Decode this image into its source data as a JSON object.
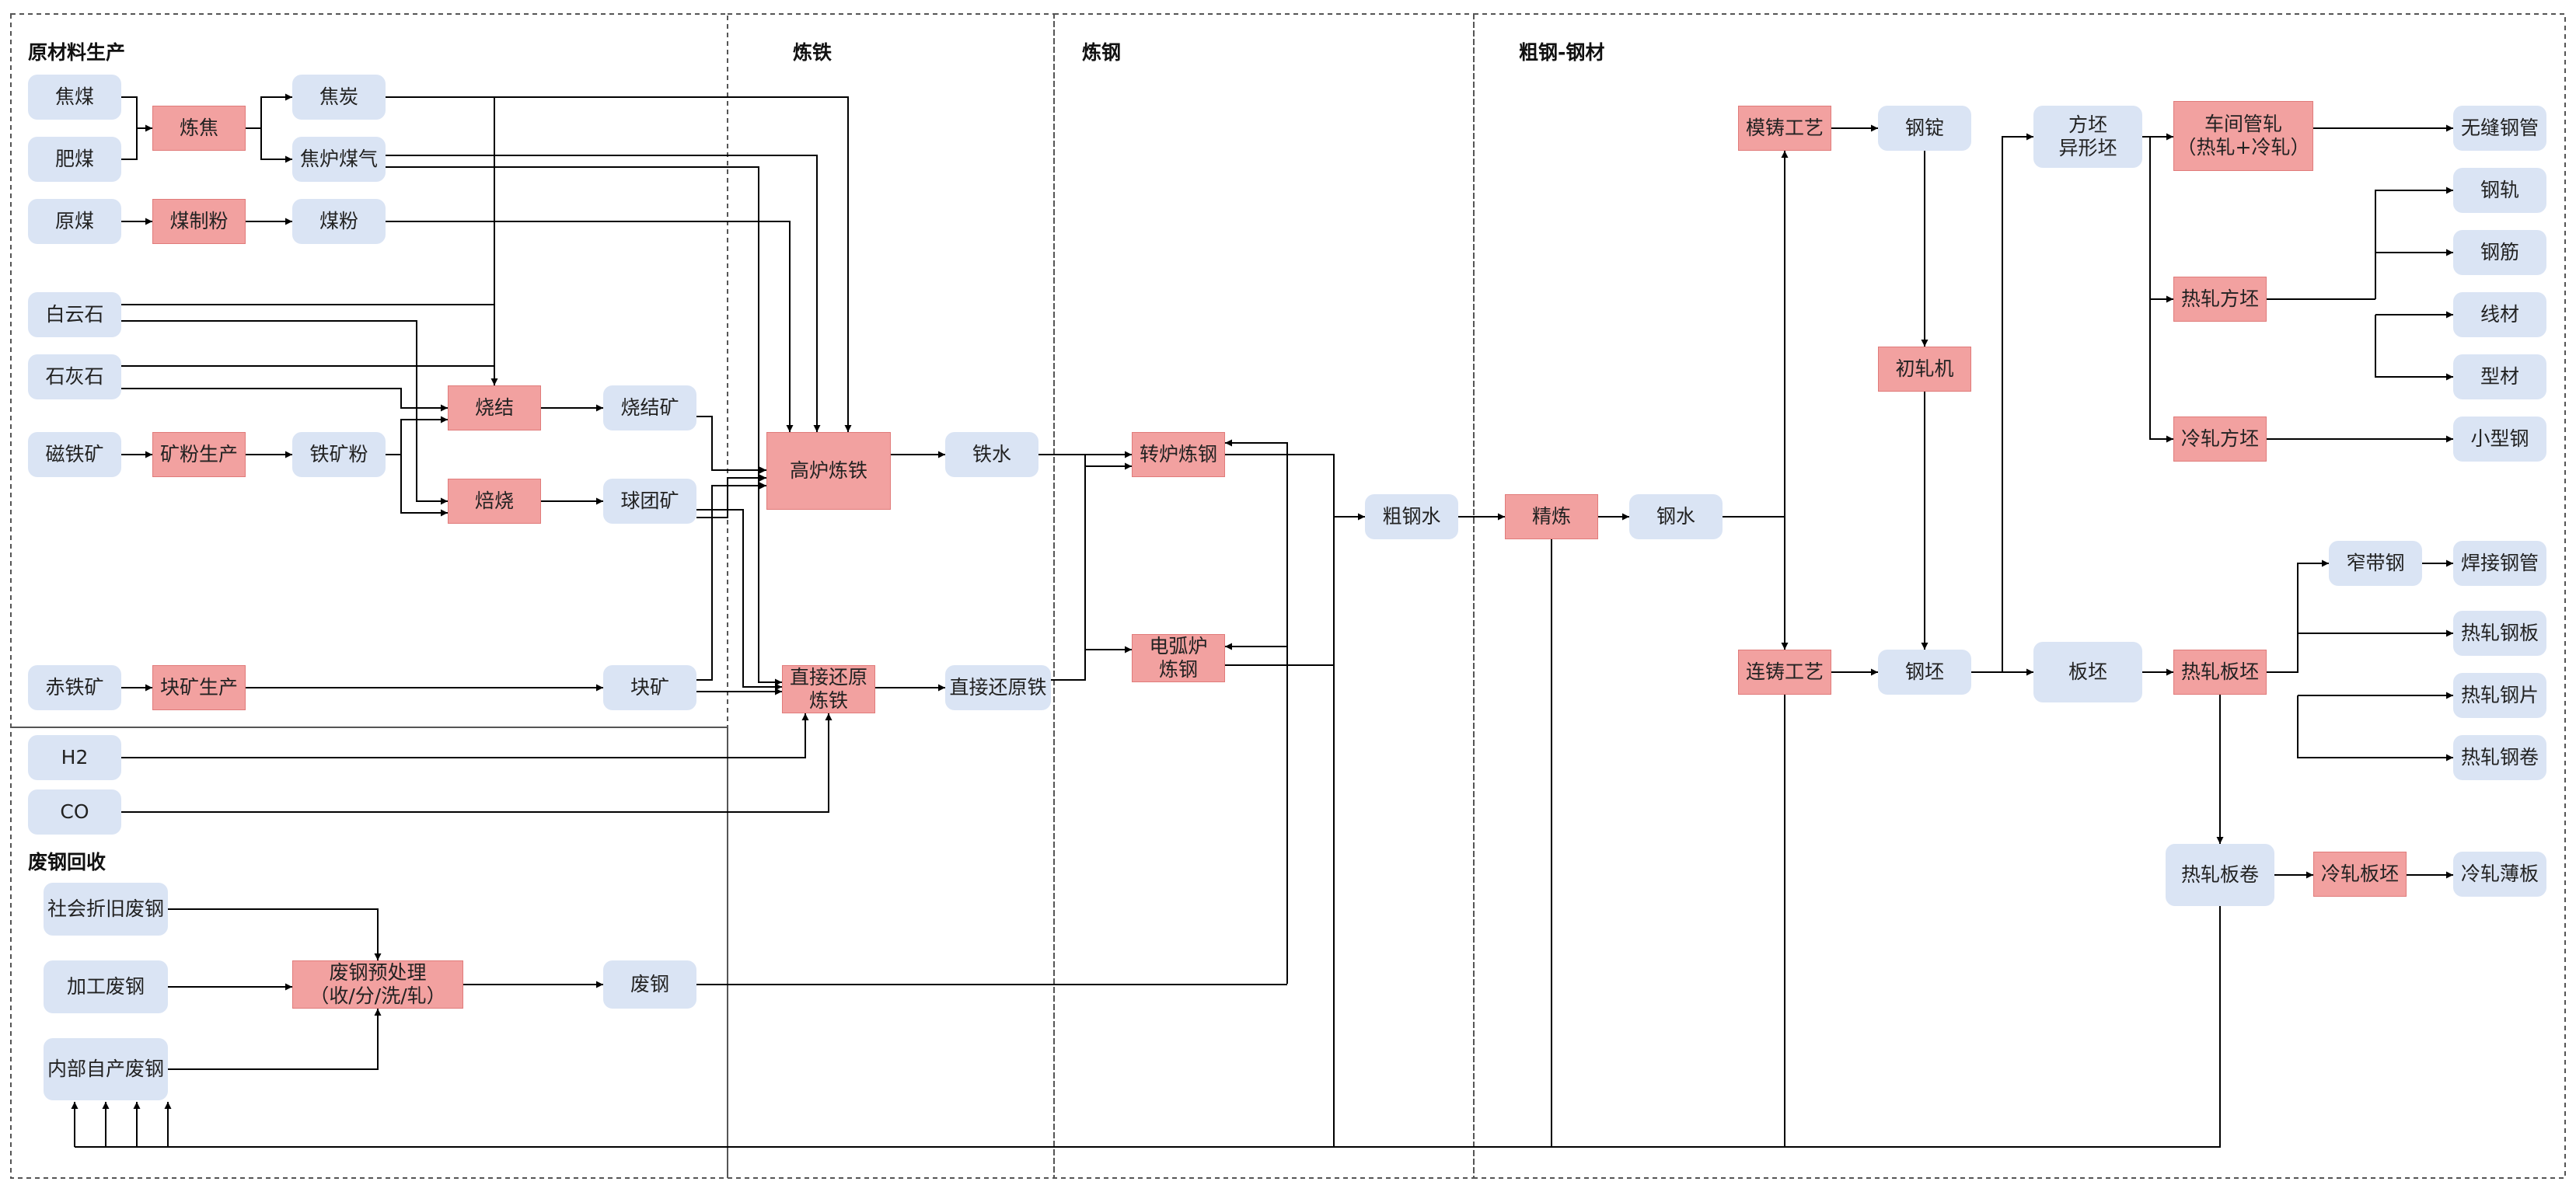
{
  "colors": {
    "raw_fill": "#dae4f4",
    "process_fill": "#f2a1a0",
    "edge": "#000000",
    "section_border": "#555555"
  },
  "sections": {
    "raw": "原材料生产",
    "iron": "炼铁",
    "steel": "炼钢",
    "rolling": "粗钢-钢材",
    "scrap": "废钢回收"
  },
  "nodes": {
    "coking_coal": "焦煤",
    "fat_coal": "肥煤",
    "coking": "炼焦",
    "coke": "焦炭",
    "coke_gas": "焦炉煤气",
    "raw_coal": "原煤",
    "coal_milling": "煤制粉",
    "coal_powder": "煤粉",
    "dolomite": "白云石",
    "limestone": "石灰石",
    "magnetite": "磁铁矿",
    "ore_powder_prod": "矿粉生产",
    "iron_powder": "铁矿粉",
    "sintering": "烧结",
    "sinter_ore": "烧结矿",
    "roasting": "焙烧",
    "pellet": "球团矿",
    "hematite": "赤铁矿",
    "lump_prod": "块矿生产",
    "lump_ore": "块矿",
    "bf": "高炉炼铁",
    "hot_metal": "铁水",
    "dr": "直接还原\n炼铁",
    "dri": "直接还原铁",
    "h2": "H2",
    "co": "CO",
    "bof": "转炉炼钢",
    "eaf": "电弧炉\n炼钢",
    "crude_steel": "粗钢水",
    "refining": "精炼",
    "molten_steel": "钢水",
    "ingot_casting": "模铸工艺",
    "ingot": "钢锭",
    "blooming": "初轧机",
    "cont_casting": "连铸工艺",
    "billet_blank": "钢坯",
    "square_billet": "方坯\n异形坯",
    "slab": "板坯",
    "workshop_tube": "车间管轧\n（热轧+冷轧）",
    "seamless": "无缝钢管",
    "hot_square": "热轧方坯",
    "rail": "钢轨",
    "rebar": "钢筋",
    "wire": "线材",
    "section": "型材",
    "cold_square": "冷轧方坯",
    "small_section": "小型钢",
    "hot_slab": "热轧板坯",
    "narrow_strip": "窄带钢",
    "welded_pipe": "焊接钢管",
    "hot_plate": "热轧钢板",
    "hot_sheet": "热轧钢片",
    "hot_coil_product": "热轧钢卷",
    "hot_coil": "热轧板卷",
    "cold_slab": "冷轧板坯",
    "cold_sheet": "冷轧薄板",
    "social_scrap": "社会折旧废钢",
    "process_scrap": "加工废钢",
    "internal_scrap": "内部自产废钢",
    "scrap_pre": "废钢预处理\n（收/分/洗/轧）",
    "scrap": "废钢"
  }
}
